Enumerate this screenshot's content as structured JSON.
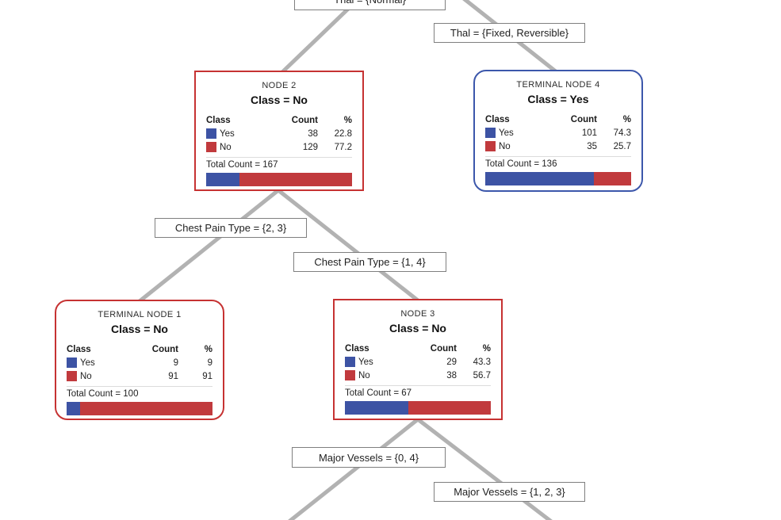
{
  "colors": {
    "yes_blue": "#3d53a4",
    "no_red": "#c13a3d",
    "red_border": "#c63232",
    "terminal_blue_border": "#3c57ab",
    "edge_gray": "#b2b2b2"
  },
  "edge_labels": [
    {
      "text": "Thal = {Normal}"
    },
    {
      "text": "Thal = {Fixed, Reversible}"
    },
    {
      "text": "Chest Pain Type = {2, 3}"
    },
    {
      "text": "Chest Pain Type = {1, 4}"
    },
    {
      "text": "Major Vessels = {0, 4}"
    },
    {
      "text": "Major Vessels = {1, 2, 3}"
    }
  ],
  "nodes": [
    {
      "title": "NODE 2",
      "class_label": "Class = No",
      "terminal": false,
      "header": {
        "class": "Class",
        "count": "Count",
        "pct": "%"
      },
      "rows": [
        {
          "label": "Yes",
          "count": "38",
          "pct": "22.8",
          "color": "blue"
        },
        {
          "label": "No",
          "count": "129",
          "pct": "77.2",
          "color": "red"
        }
      ],
      "total_label": "Total Count = 167",
      "bar": {
        "yes_pct": 22.8,
        "no_pct": 77.2
      }
    },
    {
      "title": "TERMINAL NODE 4",
      "class_label": "Class = Yes",
      "terminal": true,
      "header": {
        "class": "Class",
        "count": "Count",
        "pct": "%"
      },
      "rows": [
        {
          "label": "Yes",
          "count": "101",
          "pct": "74.3",
          "color": "blue"
        },
        {
          "label": "No",
          "count": "35",
          "pct": "25.7",
          "color": "red"
        }
      ],
      "total_label": "Total Count = 136",
      "bar": {
        "yes_pct": 74.3,
        "no_pct": 25.7
      }
    },
    {
      "title": "TERMINAL NODE 1",
      "class_label": "Class = No",
      "terminal": true,
      "header": {
        "class": "Class",
        "count": "Count",
        "pct": "%"
      },
      "rows": [
        {
          "label": "Yes",
          "count": "9",
          "pct": "9",
          "color": "blue"
        },
        {
          "label": "No",
          "count": "91",
          "pct": "91",
          "color": "red"
        }
      ],
      "total_label": "Total Count = 100",
      "bar": {
        "yes_pct": 9,
        "no_pct": 91
      }
    },
    {
      "title": "NODE 3",
      "class_label": "Class = No",
      "terminal": false,
      "header": {
        "class": "Class",
        "count": "Count",
        "pct": "%"
      },
      "rows": [
        {
          "label": "Yes",
          "count": "29",
          "pct": "43.3",
          "color": "blue"
        },
        {
          "label": "No",
          "count": "38",
          "pct": "56.7",
          "color": "red"
        }
      ],
      "total_label": "Total Count = 67",
      "bar": {
        "yes_pct": 43.3,
        "no_pct": 56.7
      }
    }
  ]
}
